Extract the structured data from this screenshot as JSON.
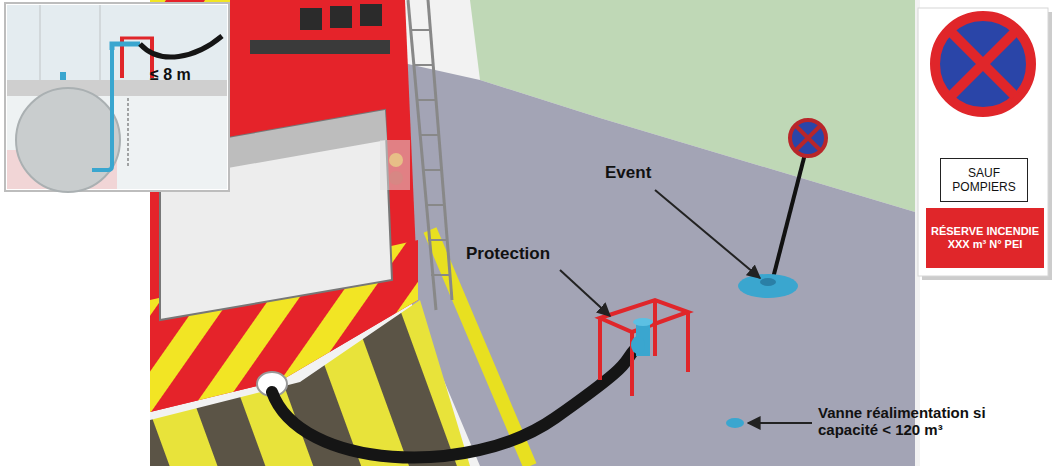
{
  "diagram": {
    "nodes": [
      {
        "text": [
          "SAUF POMPIERS"
        ]
      },
      {
        "text": [
          "RÉSERVE INCENDIE XXX m³ N° PEI"
        ]
      }
    ],
    "labels": [
      "≤ 8 m",
      "Event",
      "Protection",
      "Vanne réalimentation si capacité < 120 m³"
    ]
  }
}
